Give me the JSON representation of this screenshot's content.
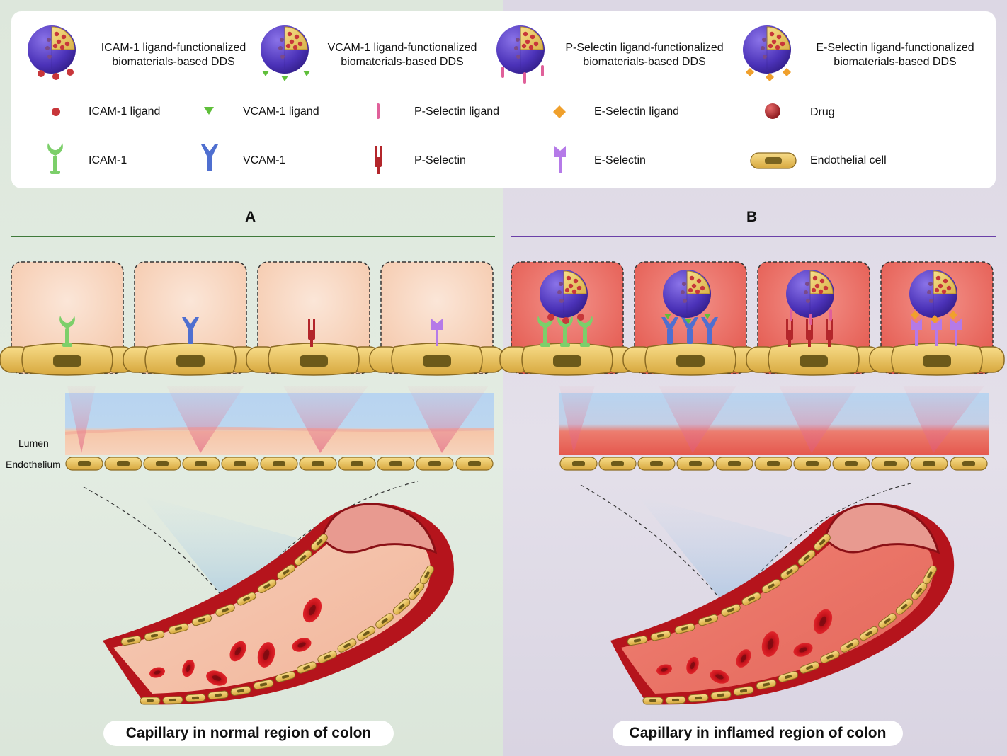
{
  "legend": {
    "dds": [
      {
        "line1": "ICAM-1 ligand-functionalized",
        "line2": "biomaterials-based DDS"
      },
      {
        "line1": "VCAM-1 ligand-functionalized",
        "line2": "biomaterials-based DDS"
      },
      {
        "line1": "P-Selectin ligand-functionalized",
        "line2": "biomaterials-based DDS"
      },
      {
        "line1": "E-Selectin ligand-functionalized",
        "line2": "biomaterials-based DDS"
      }
    ],
    "ligands": {
      "icam_ligand": "ICAM-1 ligand",
      "vcam_ligand": "VCAM-1 ligand",
      "psel_ligand": "P-Selectin ligand",
      "esel_ligand": "E-Selectin ligand",
      "drug": "Drug"
    },
    "receptors": {
      "icam": "ICAM-1",
      "vcam": "VCAM-1",
      "psel": "P-Selectin",
      "esel": "E-Selectin",
      "endothelial": "Endothelial cell"
    }
  },
  "panels": {
    "a": {
      "letter": "A",
      "lumen": "Lumen",
      "endothelium": "Endothelium",
      "caption": "Capillary in normal region of colon"
    },
    "b": {
      "letter": "B",
      "caption": "Capillary in inflamed region of colon"
    }
  },
  "colors": {
    "panel_a_bg": "#dfe9de",
    "panel_b_bg": "#dfd9e6",
    "icam": "#7ccf6a",
    "vcam": "#4f6fd0",
    "psel": "#b3262b",
    "esel": "#b57ae8",
    "icam_ligand": "#c8363a",
    "vcam_ligand": "#5fbf3a",
    "psel_ligand": "#e0609a",
    "esel_ligand": "#f0a02c",
    "nanoparticle": "#5a3fc4",
    "cell": "#f0c860",
    "normal_tissue": "#f7d6c0",
    "inflamed_tissue": "#ea6f65"
  }
}
